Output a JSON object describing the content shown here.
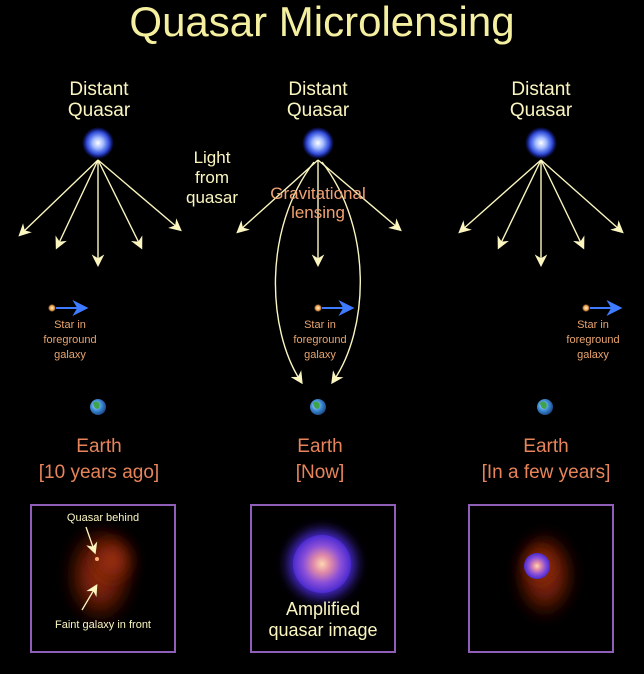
{
  "title": "Quasar Microlensing",
  "quasar_label_line1": "Distant",
  "quasar_label_line2": "Quasar",
  "light_label": {
    "line1": "Light",
    "line2": "from",
    "line3": "quasar"
  },
  "grav_label": {
    "line1": "Gravitational",
    "line2": "lensing"
  },
  "star_label": {
    "line1": "Star in",
    "line2": "foreground",
    "line3": "galaxy"
  },
  "earth_label": "Earth",
  "panels": [
    {
      "time": "[10 years ago]"
    },
    {
      "time": "[Now]"
    },
    {
      "time": "[In a few years]"
    }
  ],
  "panel1_annotations": {
    "top": "Quasar behind",
    "bottom": "Faint galaxy in front"
  },
  "panel2_caption": {
    "line1": "Amplified",
    "line2": "quasar image"
  },
  "colors": {
    "background": "#000000",
    "title": "#f5f0a0",
    "ray": "#fbf6c0",
    "earth_text": "#e8845a",
    "panel_border": "#8f5fb8",
    "star_arrow": "#3f7bff"
  },
  "icons": [
    "quasar-glow-icon",
    "star-icon",
    "motion-arrow-icon",
    "earth-icon"
  ]
}
